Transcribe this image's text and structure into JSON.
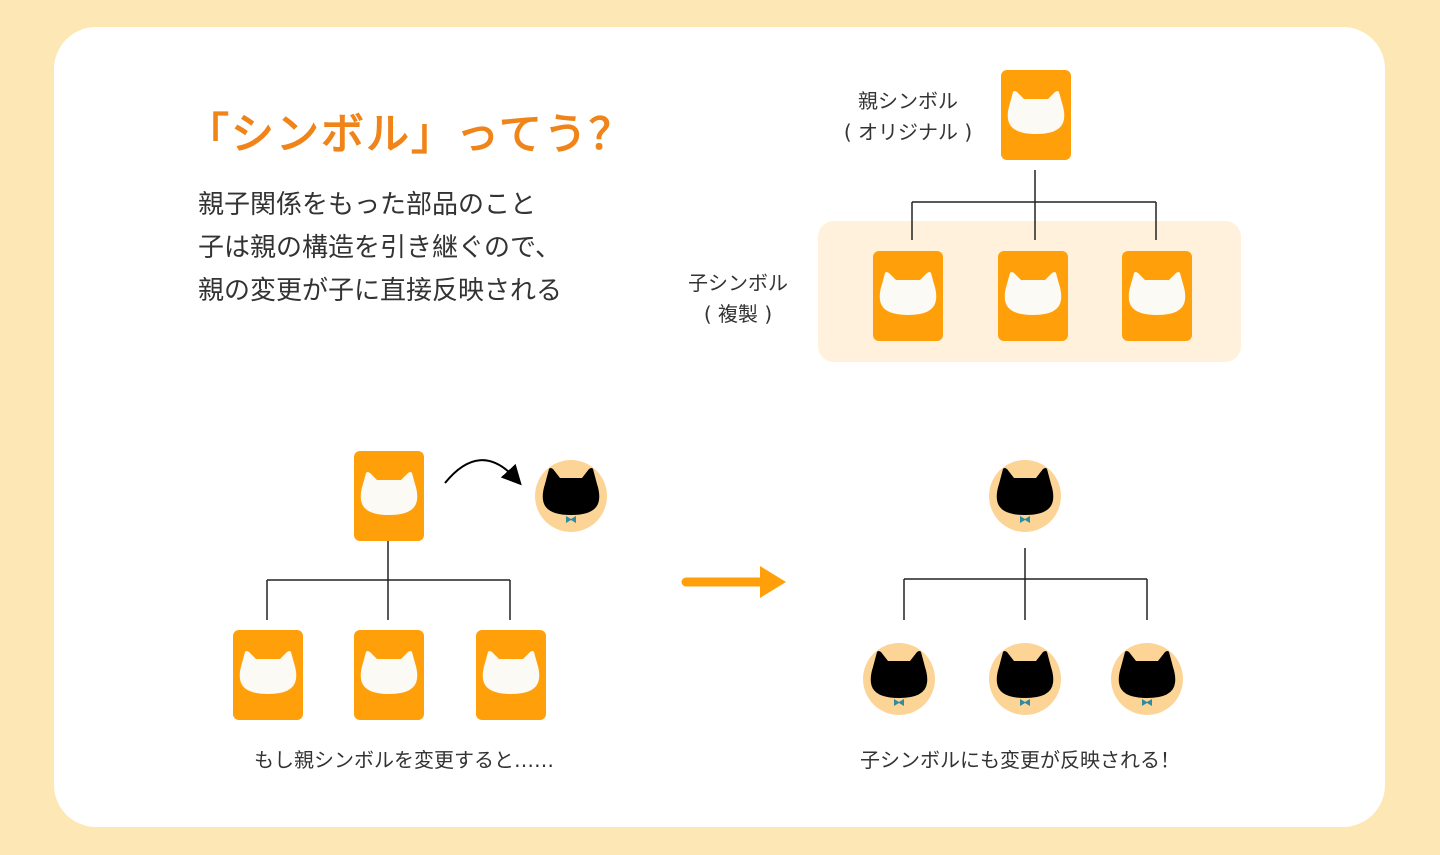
{
  "title": "「シンボル」ってう？",
  "description": [
    "親子関係をもった部品のこと",
    "子は親の構造を引き継ぐので、",
    "親の変更が子に直接反映される"
  ],
  "parent_label": {
    "line1": "親シンボル",
    "line2": "( オリジナル )"
  },
  "child_label": {
    "line1": "子シンボル",
    "line2": "( 複製 )"
  },
  "caption_before": "もし親シンボルを変更すると……",
  "caption_after": "子シンボルにも変更が反映される！",
  "colors": {
    "background": "#fde7b5",
    "card": "#ffffff",
    "accent": "#f08418",
    "symbol_orange": "#ffa00a",
    "symbol_cream": "#fbfaf4",
    "circle_fill": "#fcd495",
    "child_highlight": "#fff1dc",
    "cat_black": "#000000",
    "bowtie": "#2e8ba0"
  },
  "icons": [
    "cat-symbol-icon",
    "black-cat-bowtie-icon",
    "curved-arrow-icon",
    "right-arrow-icon"
  ]
}
